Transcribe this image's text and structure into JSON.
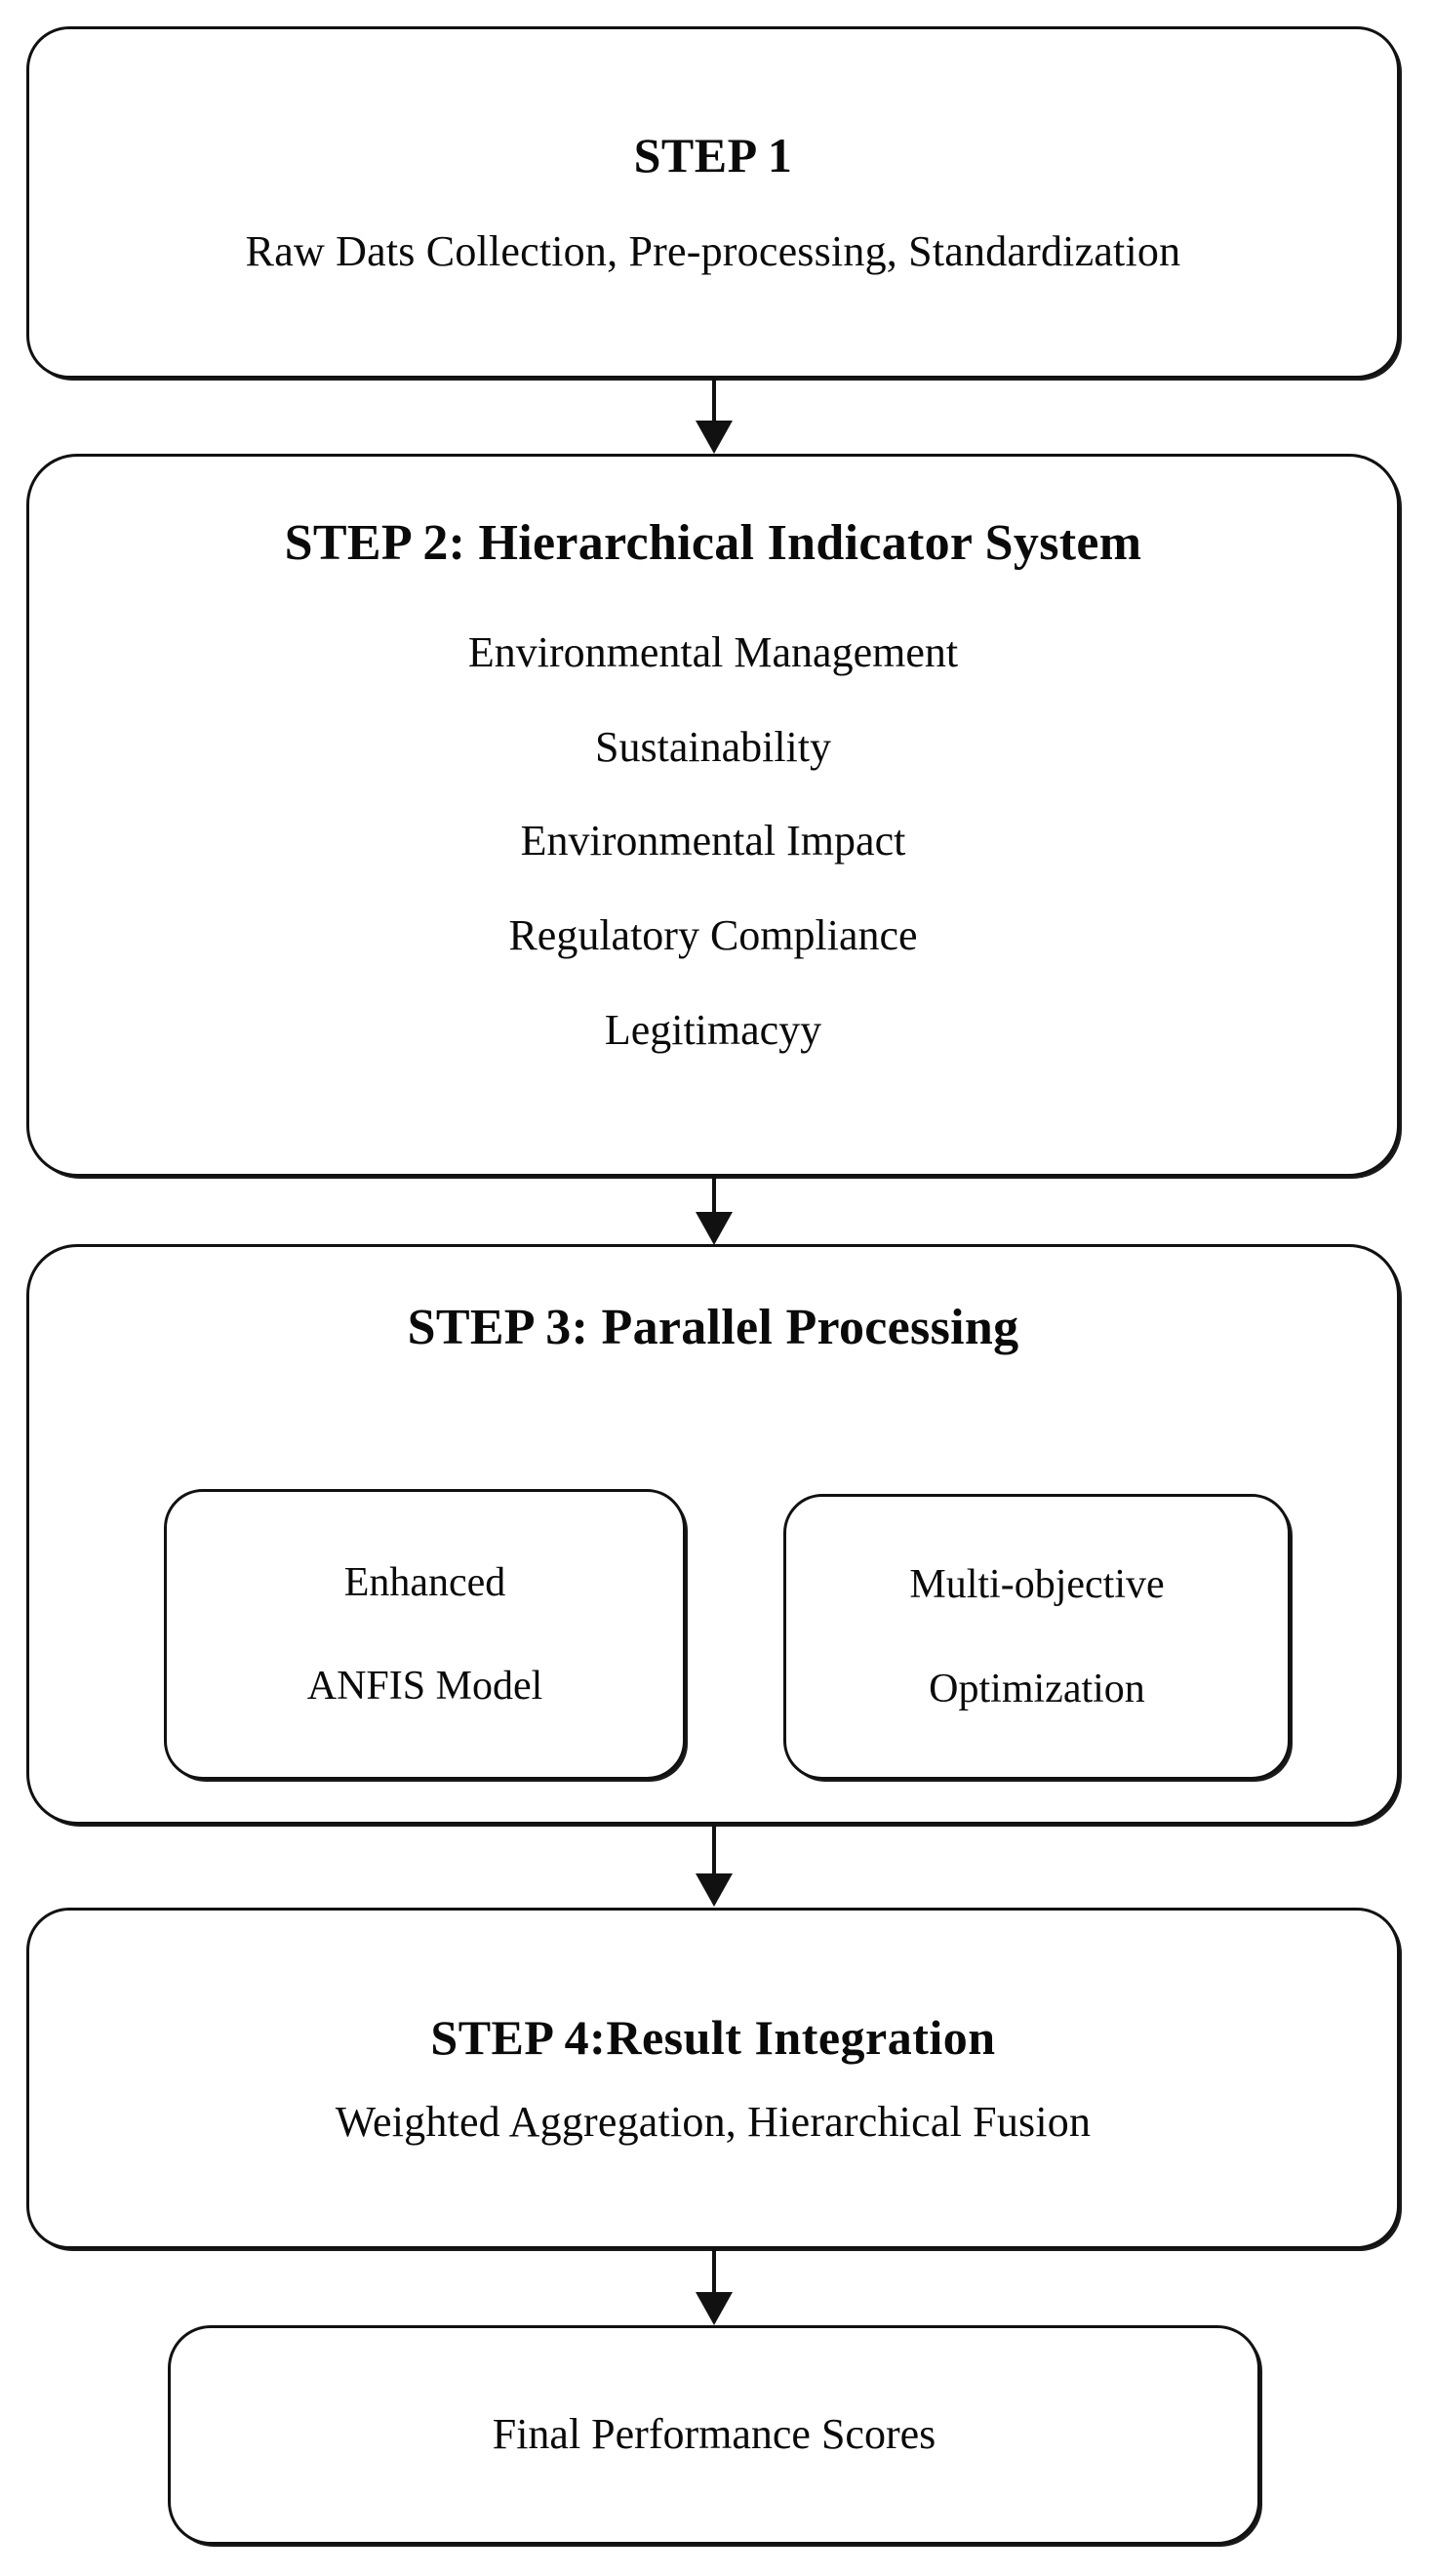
{
  "diagram": {
    "type": "flowchart",
    "orientation": "top-to-bottom",
    "background_color": "#ffffff",
    "line_color": "#111111",
    "text_color": "#0a0a0a"
  },
  "step1": {
    "title": "STEP 1",
    "subtitle": "Raw Dats Collection, Pre-processing, Standardization"
  },
  "step2": {
    "title": "STEP 2: Hierarchical Indicator System",
    "items": [
      "Environmental Management",
      "Sustainability",
      "Environmental Impact",
      "Regulatory Compliance",
      "Legitimacyy"
    ]
  },
  "step3": {
    "title": "STEP 3: Parallel Processing",
    "branches": [
      {
        "line1": "Enhanced",
        "line2": "ANFIS Model"
      },
      {
        "line1": "Multi-objective",
        "line2": "Optimization"
      }
    ]
  },
  "step4": {
    "title": "STEP 4:Result Integration",
    "subtitle": "Weighted Aggregation, Hierarchical  Fusion"
  },
  "result": {
    "label": "Final Performance Scores"
  },
  "connectors": [
    {
      "name": "arrow-step1-to-step2"
    },
    {
      "name": "arrow-step2-to-step3"
    },
    {
      "name": "arrow-step3-to-step4"
    },
    {
      "name": "arrow-step4-to-result"
    }
  ]
}
